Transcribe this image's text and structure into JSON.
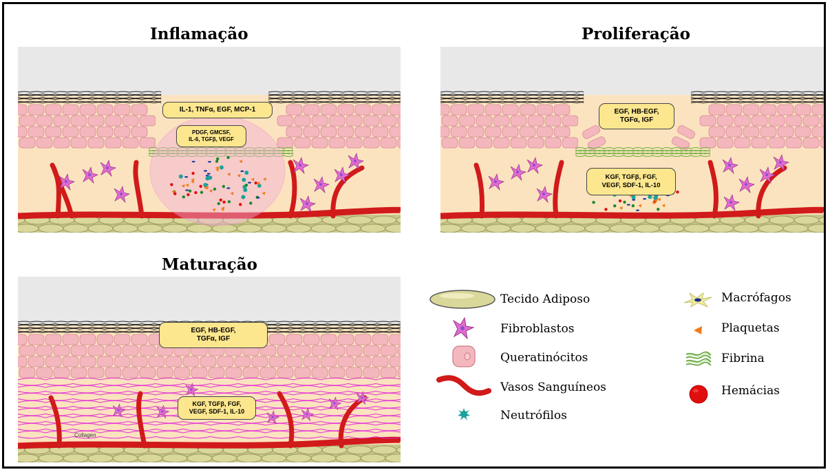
{
  "panels": {
    "inflammation": {
      "title": "Inflamação",
      "box_top": [
        "IL-1, TNFα, EGF, MCP-1"
      ],
      "box_inner": [
        "PDGF, GMCSF,",
        "IL-6, TGFβ, VEGF"
      ]
    },
    "proliferation": {
      "title": "Proliferação",
      "box_top": [
        "EGF, HB-EGF,",
        "TGFα, IGF"
      ],
      "box_inner": [
        "KGF, TGFβ, FGF,",
        "VEGF, SDF-1, IL-10"
      ]
    },
    "maturation": {
      "title": "Maturação",
      "box_top": [
        "EGF, HB-EGF,",
        "TGFα, IGF"
      ],
      "box_inner": [
        "KGF, TGFβ, FGF,",
        "VEGF, SDF-1, IL-10"
      ],
      "collagen_label": "Collagen"
    }
  },
  "legend": {
    "adipose": {
      "label": "Tecido Adiposo",
      "icon": "adipose-icon"
    },
    "fibroblasts": {
      "label": "Fibroblastos",
      "icon": "fibroblast-icon"
    },
    "keratinocytes": {
      "label": "Queratinócitos",
      "icon": "keratinocyte-icon"
    },
    "vessels": {
      "label": "Vasos Sanguíneos",
      "icon": "blood-vessel-icon"
    },
    "neutrophils": {
      "label": "Neutrófilos",
      "icon": "neutrophil-icon"
    },
    "macrophages": {
      "label": "Macrófagos",
      "icon": "macrophage-icon"
    },
    "platelets": {
      "label": "Plaquetas",
      "icon": "platelet-icon"
    },
    "fibrin": {
      "label": "Fibrina",
      "icon": "fibrin-icon"
    },
    "red_cells": {
      "label": "Hemácias",
      "icon": "red-blood-cell-icon"
    }
  },
  "colors": {
    "sky": "#e8e8e8",
    "dermis": "#fbe3bf",
    "keratinocyte": "#f4b7bd",
    "vessel": "#d11a1a",
    "fat": "#d9d89a",
    "fibroblast": "#e26bd1",
    "collagen": "#e21ed8",
    "label_box": "#fde78e",
    "fibrin": "#7fc04a"
  }
}
